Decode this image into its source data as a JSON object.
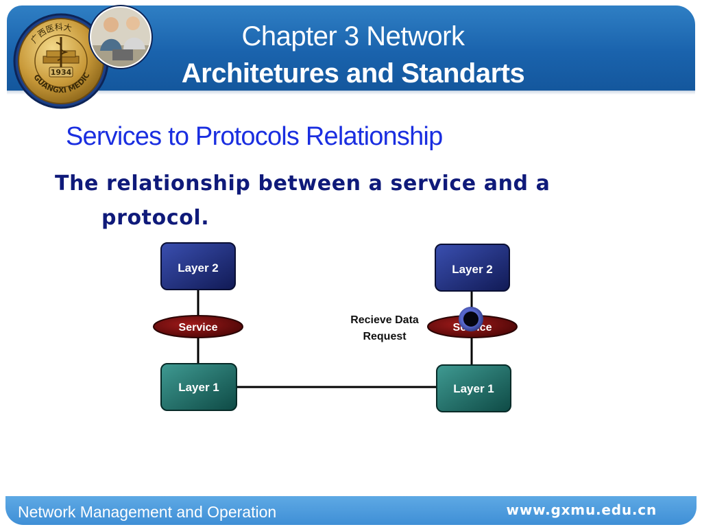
{
  "header": {
    "title_line1": "Chapter 3 Network",
    "title_line2": "Architetures  and Standarts"
  },
  "logo": {
    "text_arc": "GUANGXI MEDICAL UNIVERSITY",
    "year": "1934",
    "glyphs": "广西医科大"
  },
  "section_title": "Services to Protocols Relationship",
  "paragraph": {
    "line1": "The relationship between a service and a",
    "line2": "protocol."
  },
  "diagram": {
    "left_layer2": "Layer 2",
    "left_service": "Service",
    "left_layer1": "Layer 1",
    "right_layer2": "Layer 2",
    "right_service": "Service",
    "right_layer1": "Layer 1",
    "annotation_line1": "Recieve Data",
    "annotation_line2": "Request"
  },
  "footer": {
    "left": "Network Management and Operation",
    "right": "www.gxmu.edu.cn"
  },
  "colors": {
    "header_blue": "#1a63ad",
    "layer2_fill": "#1e2a7a",
    "layer1_fill": "#1f6f6a",
    "service_fill": "#6b0c0c",
    "section_title": "#1a2ee0",
    "paragraph": "#0f1a7a",
    "footer_blue": "#4a9ad9"
  }
}
